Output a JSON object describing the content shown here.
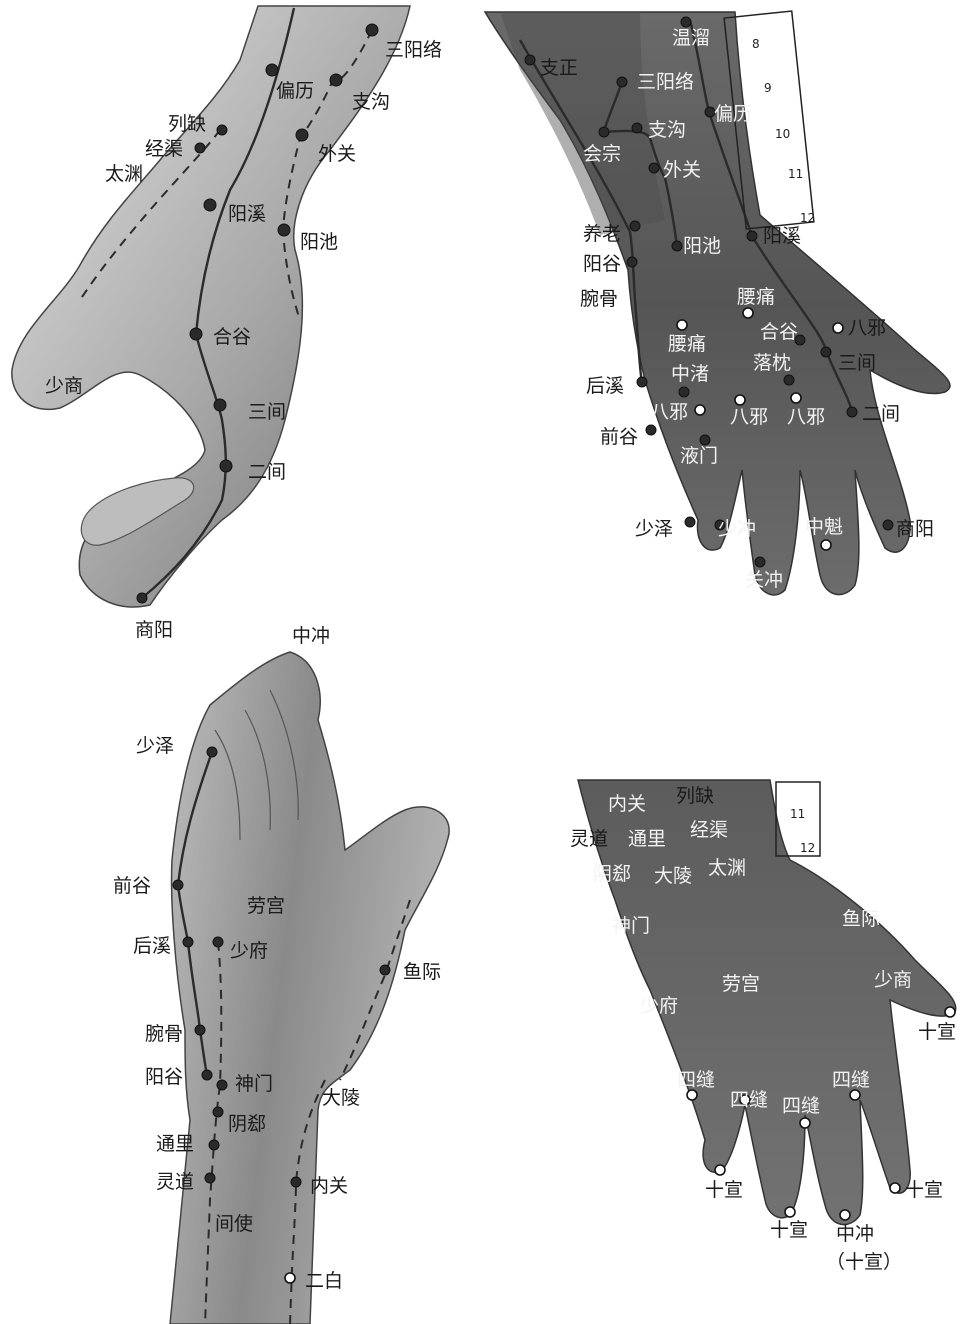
{
  "panels": {
    "dorsal_radial": {
      "labels": {
        "sanyangluo": "三阳络",
        "pianli": "偏历",
        "zhigou": "支沟",
        "lieque": "列缺",
        "jingqu": "经渠",
        "waiguan": "外关",
        "taiyuan": "太渊",
        "yangxi": "阳溪",
        "yangchi": "阳池",
        "shaoshang": "少商",
        "hegu": "合谷",
        "sanjian": "三间",
        "erjian": "二间",
        "shangyang": "商阳"
      }
    },
    "dorsal_hand": {
      "labels": {
        "wenliu": "温溜",
        "zhizheng": "支正",
        "sanyangluo": "三阳络",
        "pianli": "偏历",
        "zhigou": "支沟",
        "huizong": "会宗",
        "waiguan": "外关",
        "yanglao": "养老",
        "yangchi": "阳池",
        "yangxi": "阳溪",
        "yanggu": "阳谷",
        "wangu": "腕骨",
        "yaotong_1": "腰痛",
        "baxie_1": "八邪",
        "hegu": "合谷",
        "yaotong_2": "腰痛",
        "sanjian": "三间",
        "luozhen": "落枕",
        "zhongzhu": "中渚",
        "houxi": "后溪",
        "baxie_2": "八邪",
        "baxie_3": "八邪",
        "baxie_4": "八邪",
        "erjian": "二间",
        "qiangu": "前谷",
        "yemen": "液门",
        "shaoze": "少泽",
        "shaochong": "少冲",
        "zhongkui": "中魁",
        "shangyang": "商阳",
        "guanchong": "关冲"
      },
      "ruler_ticks": [
        "8",
        "9",
        "10",
        "11",
        "12"
      ]
    },
    "palmar_ulnar": {
      "labels": {
        "zhongchong": "中冲",
        "shaoze": "少泽",
        "qiangu": "前谷",
        "laogong": "劳宫",
        "houxi": "后溪",
        "shaofu": "少府",
        "yuji": "鱼际",
        "wangu": "腕骨",
        "yanggu": "阳谷",
        "shenmen": "神门",
        "daling": "大陵",
        "yinxi": "阴郄",
        "tongli": "通里",
        "lingdao": "灵道",
        "neiguan": "内关",
        "jianshi": "间使",
        "erbai": "二白"
      }
    },
    "palm": {
      "labels": {
        "neiguan": "内关",
        "lieque": "列缺",
        "lingdao": "灵道",
        "tongli": "通里",
        "jingqu": "经渠",
        "yinxi": "阴郄",
        "daling": "大陵",
        "taiyuan": "太渊",
        "shenmen": "神门",
        "yuji": "鱼际",
        "laogong": "劳宫",
        "shaoshang": "少商",
        "shaofu": "少府",
        "shixuan_thumb": "十宣",
        "sifeng_1": "四缝",
        "sifeng_2": "四缝",
        "sifeng_3": "四缝",
        "sifeng_4": "四缝",
        "shixuan_little": "十宣",
        "shixuan_index": "十宣",
        "shixuan_ring": "十宣",
        "zhongchong": "中冲",
        "shixuan_note": "（十宣）"
      },
      "ruler_ticks": [
        "11",
        "12"
      ]
    }
  },
  "colors": {
    "skin_light": "#cfcfcf",
    "skin_mid": "#9a9a9a",
    "skin_dark": "#5a5a5a",
    "ink": "#1a1a1a"
  }
}
